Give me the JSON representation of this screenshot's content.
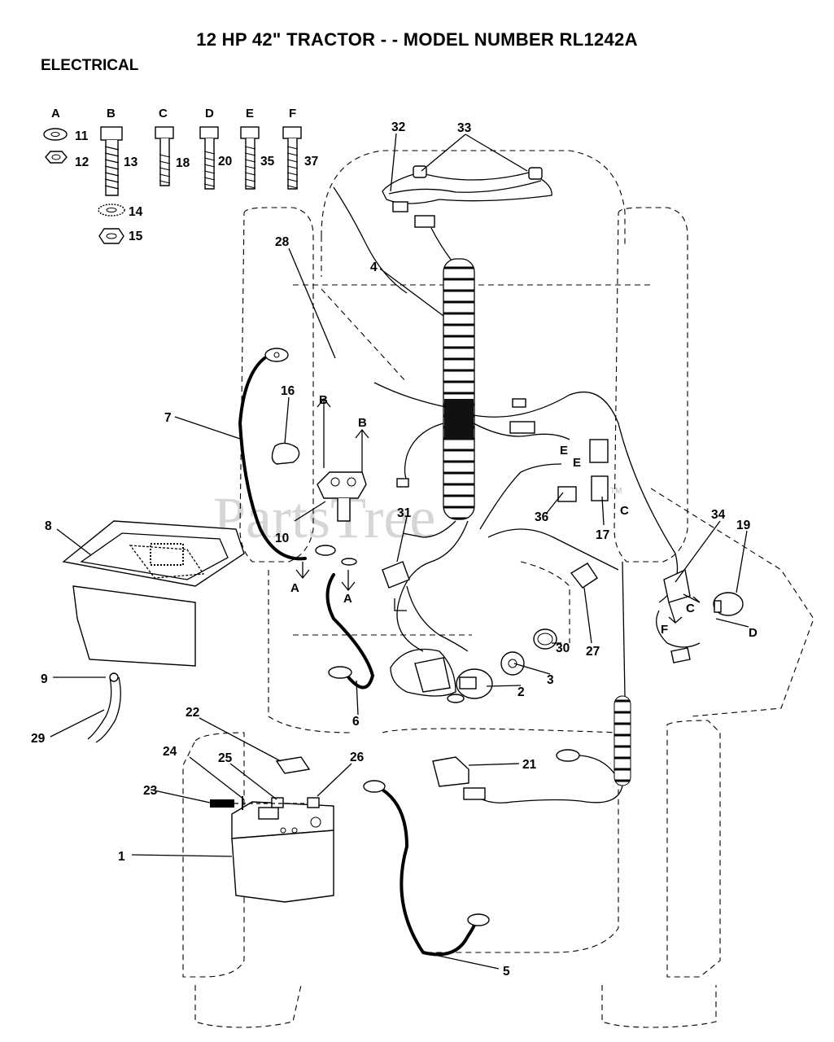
{
  "header": {
    "title": "12 HP 42\"  TRACTOR - - MODEL NUMBER RL1242A",
    "section": "ELECTRICAL"
  },
  "hardware_key": {
    "letters": [
      "A",
      "B",
      "C",
      "D",
      "E",
      "F"
    ],
    "numbers": [
      "11",
      "12",
      "13",
      "14",
      "15",
      "18",
      "20",
      "35",
      "37"
    ]
  },
  "callouts": {
    "1": "1",
    "2": "2",
    "3": "3",
    "4": "4",
    "5": "5",
    "6": "6",
    "7": "7",
    "8": "8",
    "9": "9",
    "10": "10",
    "16": "16",
    "17": "17",
    "19": "19",
    "21": "21",
    "22": "22",
    "23": "23",
    "24": "24",
    "25": "25",
    "26": "26",
    "27": "27",
    "28": "28",
    "29": "29",
    "30": "30",
    "31": "31",
    "32": "32",
    "33": "33",
    "34": "34",
    "36": "36"
  },
  "watermark": "PartsTree",
  "watermark_mark": "TM",
  "colors": {
    "line": "#000000",
    "background": "#ffffff",
    "watermark": "#c9c9c9"
  }
}
